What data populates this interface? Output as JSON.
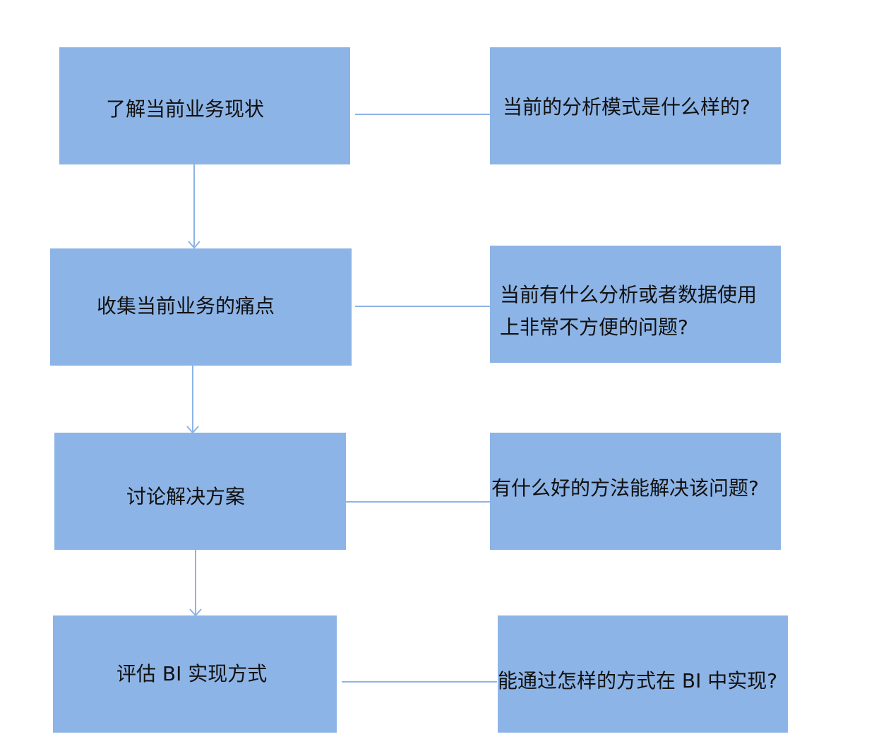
{
  "steps": [
    {
      "label": "了解当前业务现状",
      "question": "当前的分析模式是什么样的?"
    },
    {
      "label": "收集当前业务的痛点",
      "question": "当前有什么分析或者数据使用\n上非常不方便的问题?"
    },
    {
      "label": "讨论解决方案",
      "question": "有什么好的方法能解决该问题?"
    },
    {
      "label": "评估 BI 实现方式",
      "question": "能通过怎样的方式在 BI 中实现?"
    }
  ],
  "colors": {
    "box_fill": "#8db4e6",
    "connector": "#8db4e6",
    "text": "#111111"
  }
}
